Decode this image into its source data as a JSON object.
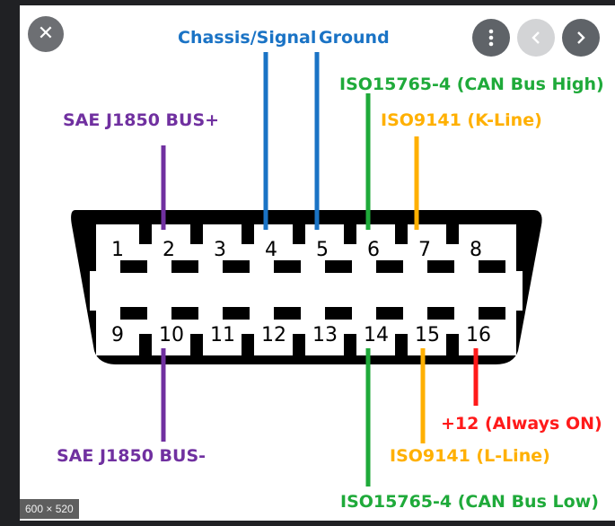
{
  "viewer": {
    "dimensions_label": "600 × 520",
    "close_glyph": "✕"
  },
  "diagram": {
    "pins_top": [
      "1",
      "2",
      "3",
      "4",
      "5",
      "6",
      "7",
      "8"
    ],
    "pins_bottom": [
      "9",
      "10",
      "11",
      "12",
      "13",
      "14",
      "15",
      "16"
    ],
    "labels": {
      "chassis": "Chassis/Signal",
      "ground": "Ground",
      "can_high": "ISO15765-4 (CAN Bus High)",
      "j1850_plus": "SAE J1850 BUS+",
      "kline": "ISO9141 (K-Line)",
      "always_on": "+12 (Always ON)",
      "lline": "ISO9141 (L-Line)",
      "j1850_minus": "SAE J1850 BUS-",
      "can_low": "ISO15765-4 (CAN Bus Low)"
    },
    "colors": {
      "blue": "#1a73c5",
      "green": "#1faa3a",
      "purple": "#7030a0",
      "orange": "#ffb000",
      "red": "#ff1a1a"
    }
  }
}
